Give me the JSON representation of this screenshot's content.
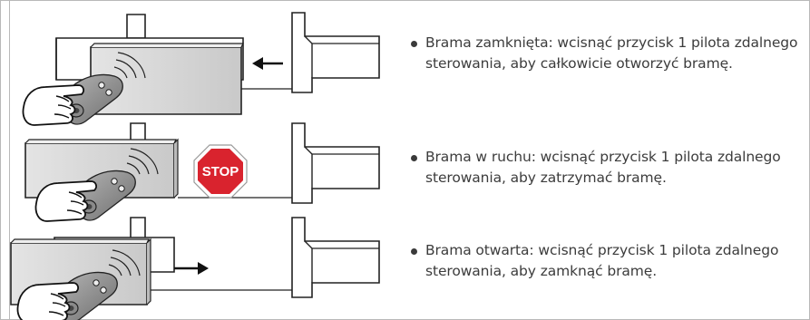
{
  "steps": [
    {
      "text": "Brama zamknięta: wcisnąć przycisk 1 pilota zdalnego sterowania, aby całkowicie otworzyć bramę."
    },
    {
      "text": "Brama w ruchu: wcisnąć przycisk 1 pilota zdalnego sterowania, aby zatrzymać bramę."
    },
    {
      "text": "Brama otwarta: wcisnąć przycisk 1 pilota zdalnego sterowania, aby zamknąć bramę."
    }
  ],
  "stop_sign": {
    "label": "STOP",
    "color": "#d9232e"
  },
  "colors": {
    "gate_fill": "#d8d8d8",
    "line": "#222222",
    "text": "#3c3c3c"
  },
  "icons": [
    "gate-closed-illustration",
    "gate-moving-illustration",
    "gate-open-illustration",
    "remote-hand-icon",
    "arrow-left-icon",
    "arrow-right-icon",
    "stop-sign-icon"
  ]
}
